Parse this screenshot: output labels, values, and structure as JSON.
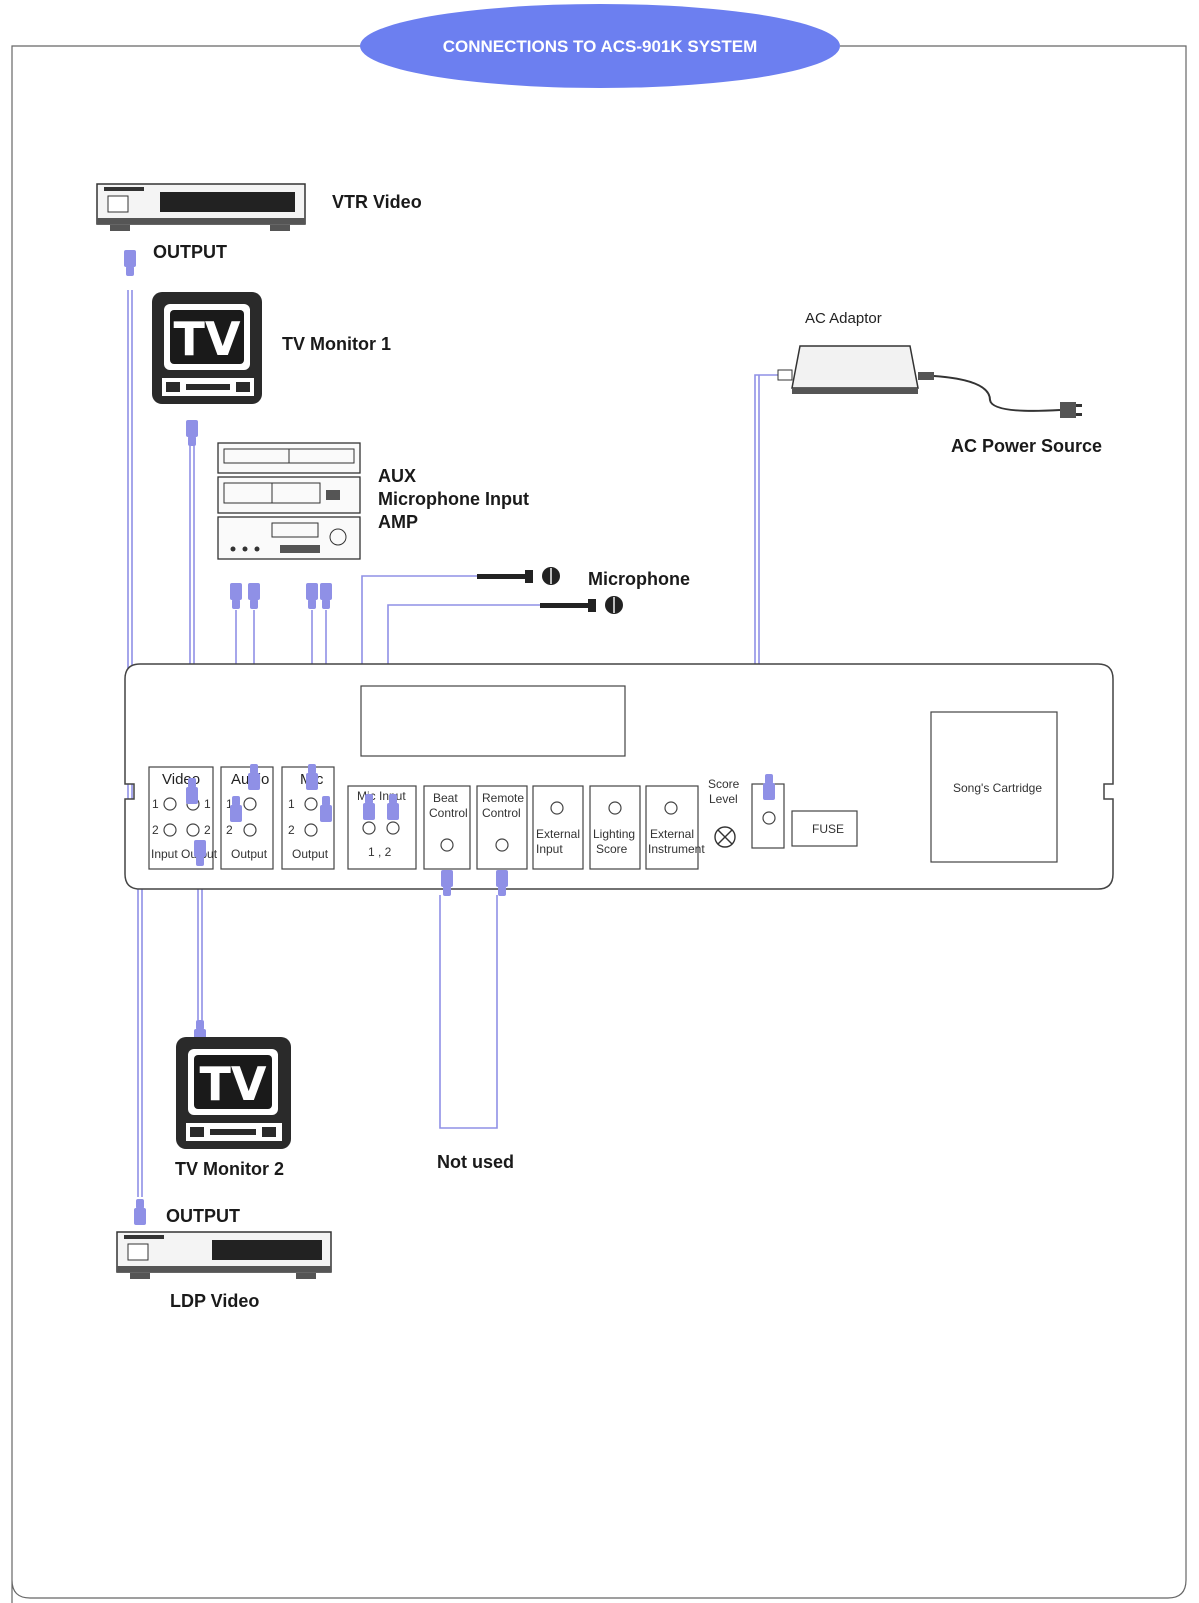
{
  "title": "CONNECTIONS TO ACS-901K SYSTEM",
  "colors": {
    "title_bg": "#6c7ff0",
    "cable": "#8f90e6",
    "frame": "#666666"
  },
  "devices": {
    "vtr_video": "VTR Video",
    "vtr_output": "OUTPUT",
    "tv_screen": "TV",
    "tv_monitor_1": "TV Monitor 1",
    "aux": "AUX",
    "mic_input_device": "Microphone Input",
    "amp": "AMP",
    "microphone": "Microphone",
    "ac_adaptor": "AC Adaptor",
    "ac_power_source": "AC Power Source",
    "tv_monitor_2": "TV Monitor 2",
    "not_used": "Not used",
    "ldp_output": "OUTPUT",
    "ldp_video": "LDP Video"
  },
  "panel": {
    "video": {
      "label": "Video",
      "row1": "1",
      "row2": "2",
      "row1_right": "1",
      "row2_right": "2",
      "footer": "Input Output"
    },
    "audio": {
      "label": "Audio",
      "row1": "1",
      "row2": "2",
      "footer": "Output"
    },
    "mic": {
      "label": "Mic",
      "row1": "1",
      "row2": "2",
      "footer": "Output"
    },
    "mic_input": {
      "label": "Mic Input",
      "footer": "1 , 2"
    },
    "beat_control": {
      "line1": "Beat",
      "line2": "Control"
    },
    "remote_control": {
      "line1": "Remote",
      "line2": "Control"
    },
    "external_input": {
      "line1": "External",
      "line2": "Input"
    },
    "lighting_score": {
      "line1": "Lighting",
      "line2": "Score"
    },
    "external_instrument": {
      "line1": "External",
      "line2": "Instrument"
    },
    "score_level": {
      "line1": "Score",
      "line2": "Level"
    },
    "fuse": "FUSE",
    "cartridge": "Song's Cartridge"
  }
}
